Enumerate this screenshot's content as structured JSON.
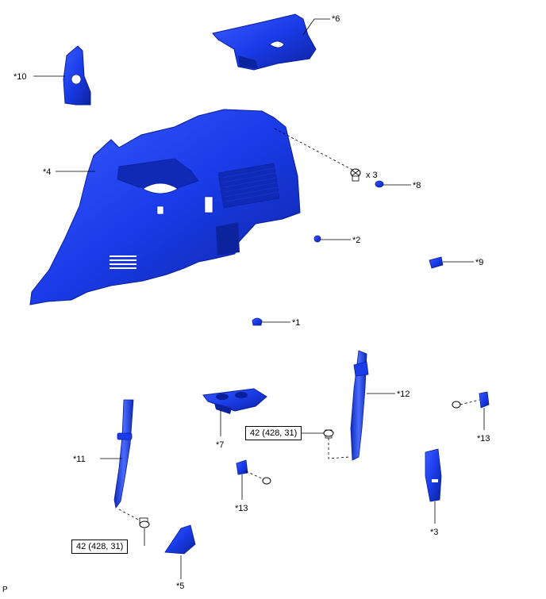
{
  "callouts": {
    "c1": "*1",
    "c2": "*2",
    "c3": "*3",
    "c4": "*4",
    "c5": "*5",
    "c6": "*6",
    "c7": "*7",
    "c8": "*8",
    "c9": "*9",
    "c10": "*10",
    "c11": "*11",
    "c12": "*12",
    "c13a": "*13",
    "c13b": "*13"
  },
  "quantity": "x 3",
  "torque": {
    "left": "42 (428, 31)",
    "center": "42 (428, 31)"
  },
  "figure_code": "P",
  "colors": {
    "part": "#1a3be8",
    "part_dark": "#0a1f9c",
    "part_light": "#5c7dff",
    "line": "#000000"
  }
}
